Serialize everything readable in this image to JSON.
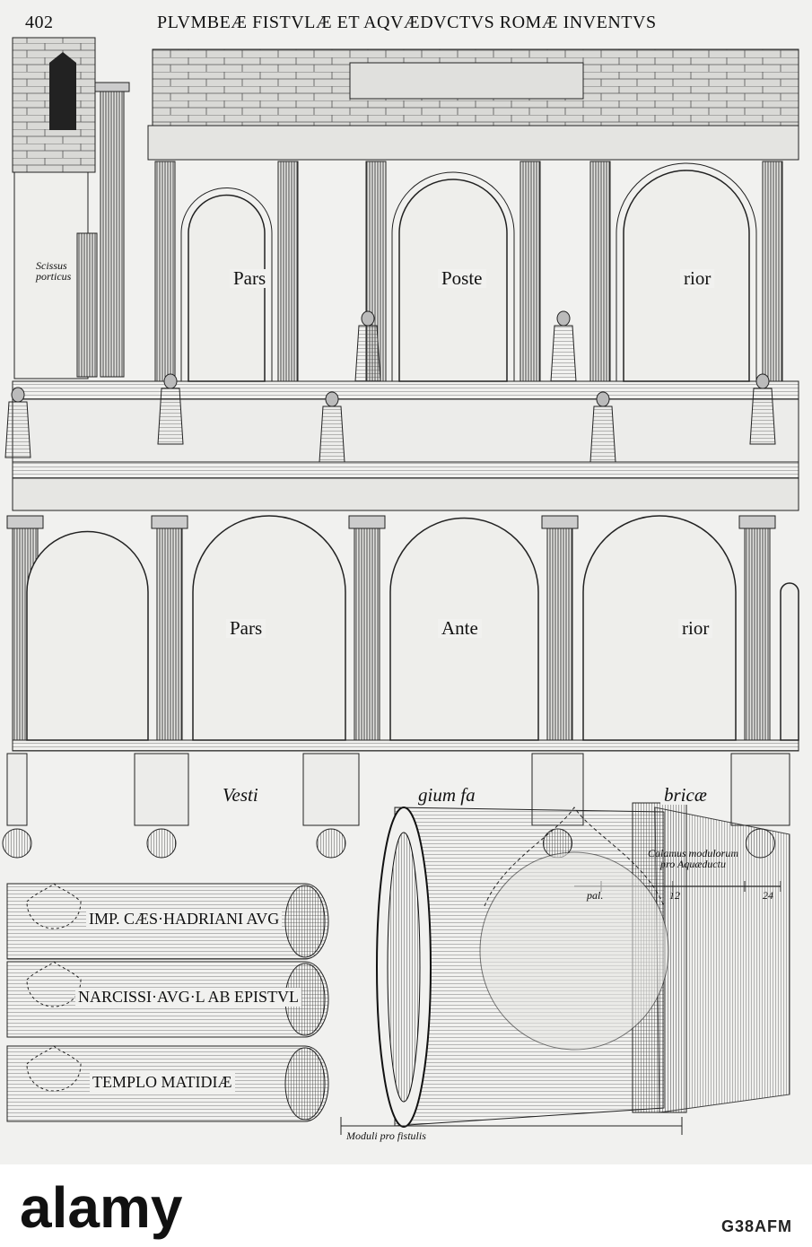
{
  "header": {
    "page_number": "402",
    "title": "PLVMBEÆ FISTVLÆ ET AQVÆDVCTVS ROMÆ INVENTVS"
  },
  "upper_facade": {
    "labels": [
      "Pars",
      "Poste",
      "rior"
    ],
    "side_label_line1": "Scissus",
    "side_label_line2": "porticus"
  },
  "lower_facade": {
    "labels": [
      "Pars",
      "Ante",
      "rior"
    ]
  },
  "vestibule": {
    "labels": [
      "Vesti",
      "gium fa",
      "bricæ"
    ]
  },
  "scale": {
    "caption_line1": "Calamus modulorum",
    "caption_line2": "pro Aquæductu",
    "tick_pal": "pal.",
    "tick_12": "12",
    "tick_24": "24"
  },
  "pipes": {
    "inscriptions": [
      "IMP. CÆS·HADRIANI AVG",
      "NARCISSI·AVG·L AB EPISTVL",
      "TEMPLO MATIDIÆ"
    ],
    "modules_caption": "Moduli pro fistulis"
  },
  "watermark": {
    "brand": "alamy",
    "image_id": "G38AFM"
  }
}
